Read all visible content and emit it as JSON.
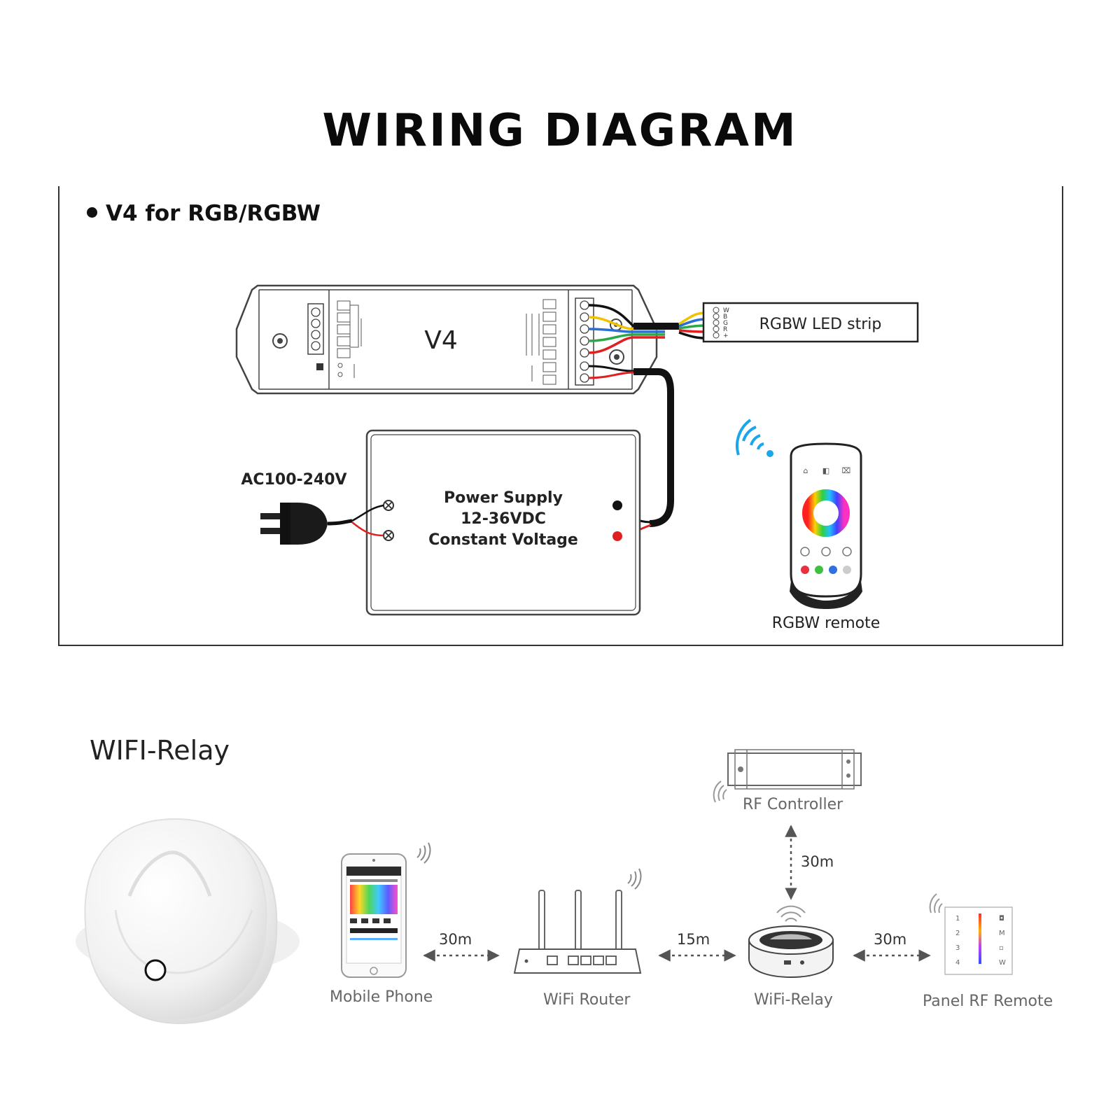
{
  "title": "WIRING DIAGRAM",
  "section1": {
    "heading": "V4 for RGB/RGBW",
    "controller_label": "V4",
    "led_strip_label": "RGBW LED strip",
    "strip_pins": [
      "W",
      "B",
      "G",
      "R",
      "+"
    ],
    "power_supply_lines": [
      "Power Supply",
      "12-36VDC",
      "Constant Voltage"
    ],
    "ac_label": "AC100-240V",
    "remote_label": "RGBW remote"
  },
  "section2": {
    "heading": "WIFI-Relay",
    "devices": {
      "phone": "Mobile Phone",
      "router": "WiFi Router",
      "relay": "WiFi-Relay",
      "panel": "Panel RF Remote",
      "rf_controller": "RF Controller"
    },
    "distances": {
      "phone_router": "30m",
      "router_relay": "15m",
      "relay_panel": "30m",
      "relay_controller": "30m"
    }
  },
  "colors": {
    "wire_black": "#111111",
    "wire_red": "#e02020",
    "wire_green": "#2aa84a",
    "wire_blue": "#2a6fd6",
    "wire_yellow": "#f2c200",
    "signal_blue": "#1aa6e8"
  }
}
